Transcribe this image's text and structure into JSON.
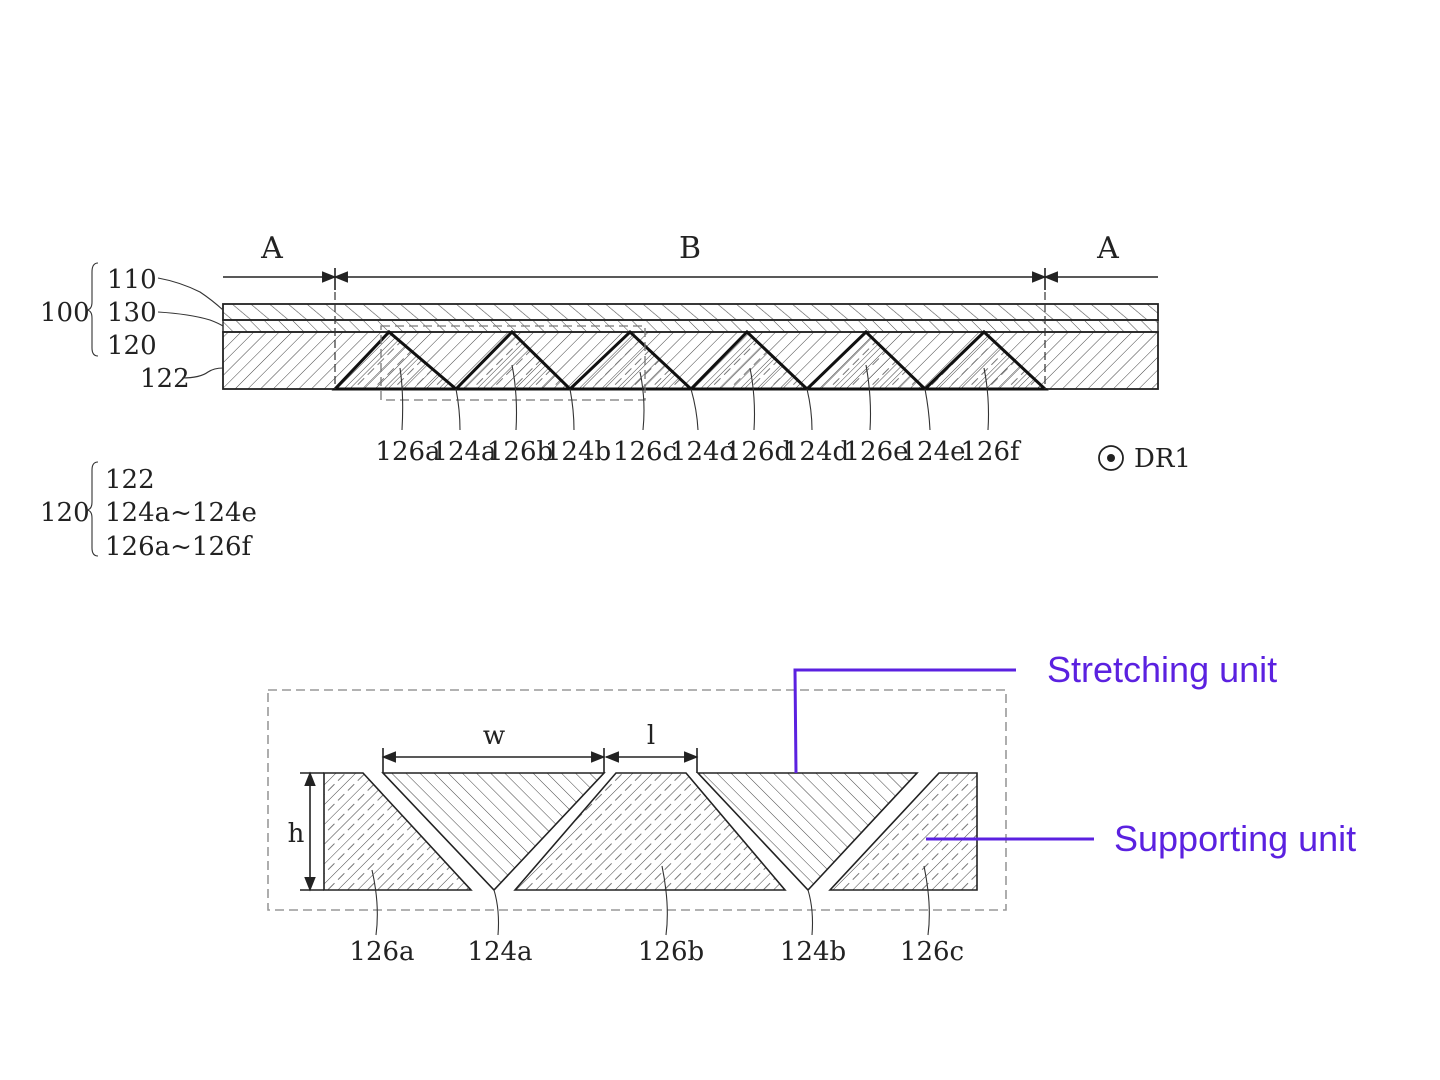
{
  "colors": {
    "line": "#222222",
    "annotation": "#5b21e0",
    "dashed": "#999999"
  },
  "top_figure": {
    "region_labels": {
      "left": "A",
      "middle": "B",
      "right": "A"
    },
    "layer_labels": {
      "l110": "110",
      "l130": "130",
      "l120": "120",
      "l122": "122"
    },
    "group_100": "100",
    "bottom_labels": [
      "126a",
      "124a",
      "126b",
      "124b",
      "126c",
      "124c",
      "126d",
      "124d",
      "126e",
      "124e",
      "126f"
    ],
    "direction_label": "DR1",
    "group_120": {
      "label": "120",
      "items": [
        "122",
        "124a~124e",
        "126a~126f"
      ]
    }
  },
  "detail_figure": {
    "dim_w": "w",
    "dim_l": "l",
    "dim_h": "h",
    "bottom_labels": [
      "126a",
      "124a",
      "126b",
      "124b",
      "126c"
    ]
  },
  "annotations": {
    "stretching": "Stretching unit",
    "supporting": "Supporting unit"
  }
}
